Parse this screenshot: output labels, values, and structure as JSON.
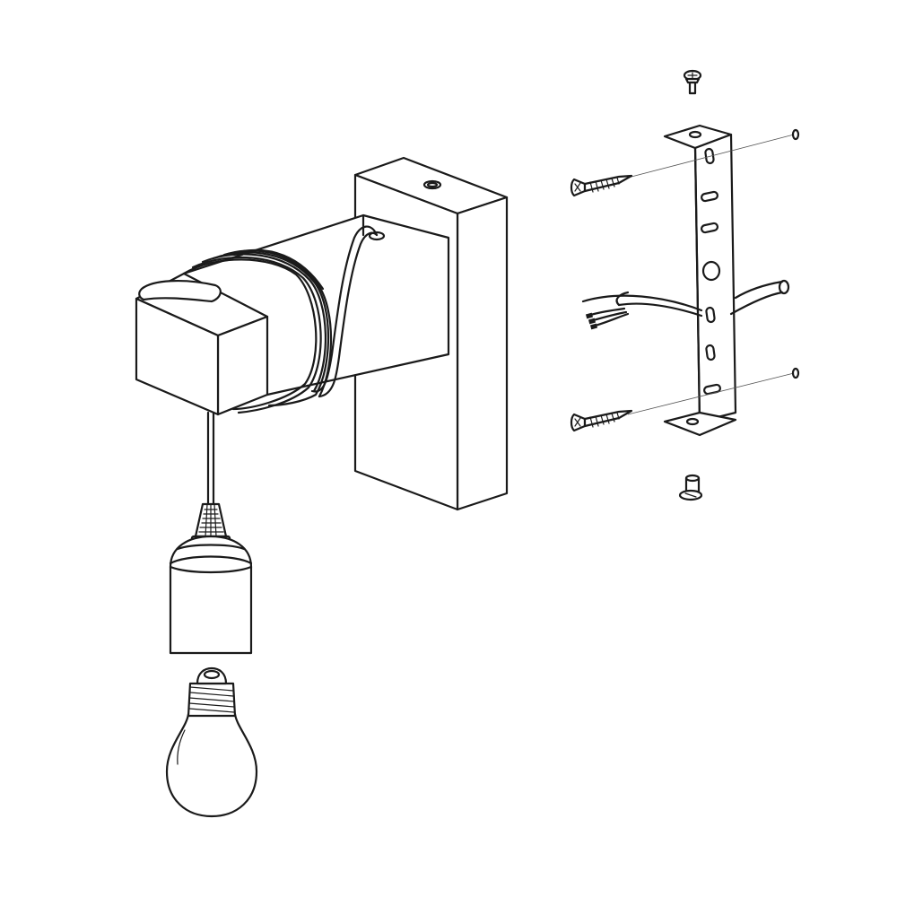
{
  "diagram": {
    "type": "exploded-assembly-drawing",
    "background": "#ffffff",
    "line_color": "#1a1a1a",
    "parts": [
      {
        "name": "wall-block",
        "icon": "wooden-block-icon"
      },
      {
        "name": "lamp-arm",
        "icon": "square-arm-icon"
      },
      {
        "name": "coiled-cable",
        "icon": "cable-coil-icon"
      },
      {
        "name": "cord-grip",
        "icon": "cord-grip-icon"
      },
      {
        "name": "lamp-socket",
        "icon": "socket-icon"
      },
      {
        "name": "light-bulb",
        "icon": "bulb-icon"
      },
      {
        "name": "mounting-bracket",
        "icon": "bracket-icon"
      },
      {
        "name": "supply-cable",
        "icon": "wires-icon"
      },
      {
        "name": "wall-screw",
        "icon": "screw-icon",
        "count": 2
      },
      {
        "name": "wall-plug",
        "icon": "dowel-icon",
        "count": 2
      },
      {
        "name": "bracket-bolt",
        "icon": "bolt-icon",
        "count": 2
      }
    ]
  }
}
